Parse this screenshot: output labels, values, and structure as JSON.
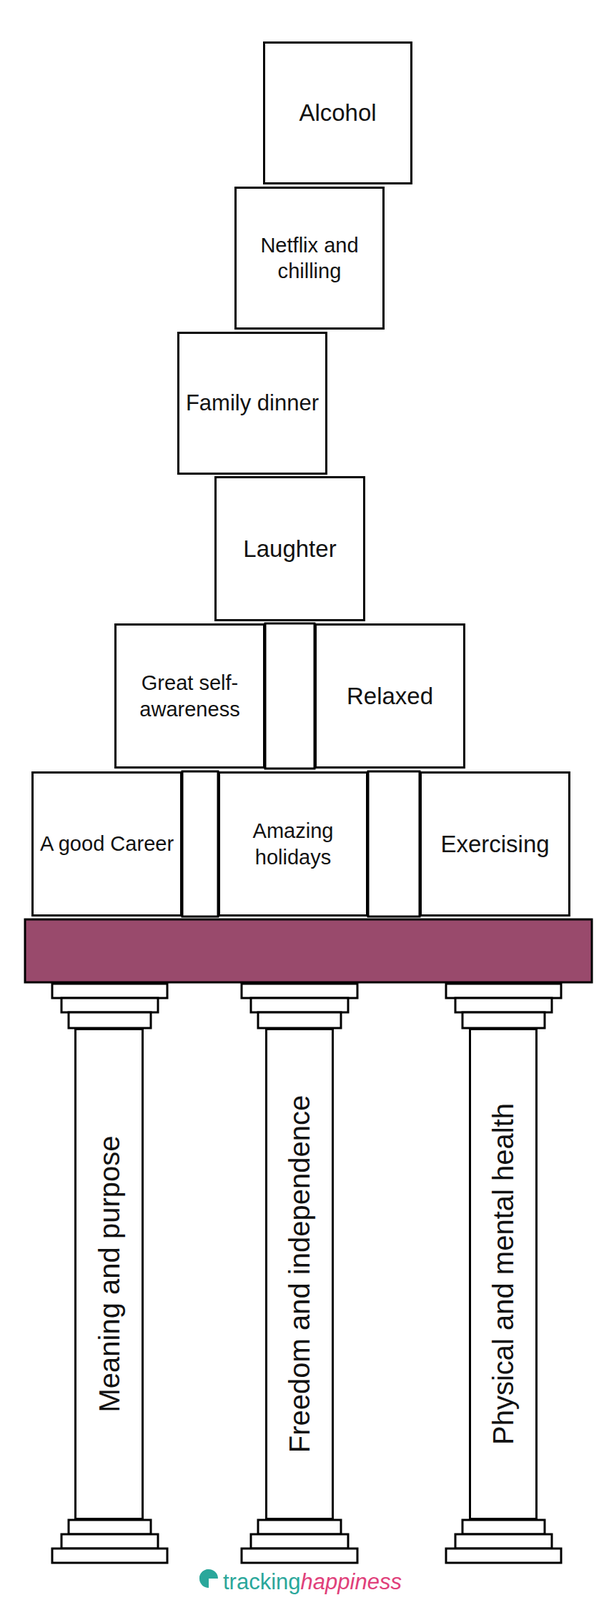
{
  "diagram": {
    "nodes": [
      {
        "text": [
          "Alcohol"
        ]
      },
      {
        "text": [
          "Netflix and chilling"
        ]
      },
      {
        "text": [
          "Family dinner"
        ]
      },
      {
        "text": [
          "Laughter"
        ]
      },
      {
        "text": [
          "Great self-awareness"
        ]
      },
      {
        "text": [
          "Relaxed"
        ]
      },
      {
        "text": [
          "A good Career"
        ]
      },
      {
        "text": [
          "Amazing holidays"
        ]
      },
      {
        "text": [
          "Exercising"
        ]
      },
      {
        "text": [
          "Meaning and purpose"
        ]
      },
      {
        "text": [
          "Freedom and independence"
        ]
      },
      {
        "text": [
          "Physical and mental health"
        ]
      }
    ],
    "labels": [
      "tracking",
      "happiness"
    ]
  }
}
